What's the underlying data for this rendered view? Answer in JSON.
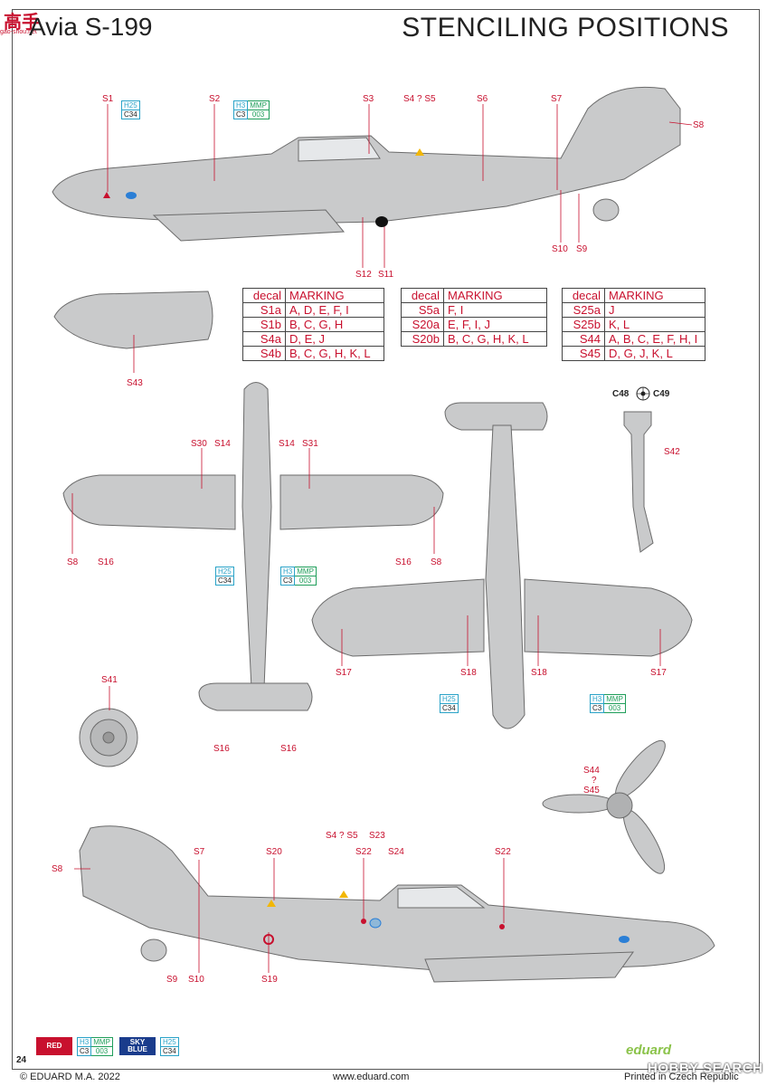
{
  "header": {
    "model": "Avia S-199",
    "title": "STENCILING POSITIONS"
  },
  "watermark": {
    "logo": "高手",
    "url": "gao-shou.net"
  },
  "colors": {
    "red": "#c8102e",
    "sky_blue": "#8fb8d8",
    "teal": "#2aa3c8",
    "green": "#1f9e5a",
    "aircraft_grey": "#c9cacb"
  },
  "tables": [
    {
      "header": [
        "decal",
        "MARKING"
      ],
      "rows": [
        [
          "S1a",
          "A, D, E, F, I"
        ],
        [
          "S1b",
          "B, C, G, H"
        ],
        [
          "S4a",
          "D, E, J"
        ],
        [
          "S4b",
          "B, C, G, H, K, L"
        ]
      ]
    },
    {
      "header": [
        "decal",
        "MARKING"
      ],
      "rows": [
        [
          "S5a",
          "F, I"
        ],
        [
          "S20a",
          "E, F, I, J"
        ],
        [
          "S20b",
          "B, C, G, H, K, L"
        ]
      ]
    },
    {
      "header": [
        "decal",
        "MARKING"
      ],
      "rows": [
        [
          "S25a",
          "J"
        ],
        [
          "S25b",
          "K, L"
        ],
        [
          "S44",
          "A, B, C, E, F, H, I"
        ],
        [
          "S45",
          "D, G, J, K, L"
        ]
      ]
    }
  ],
  "paint_refs": {
    "h25": {
      "h": "H25",
      "c": "C34"
    },
    "h3": {
      "h": "H3",
      "c": "C3",
      "mmp": "MMP",
      "mmp_no": "003"
    }
  },
  "labels": {
    "side_top": [
      "S1",
      "S2",
      "S3",
      "S4 ? S5",
      "S6",
      "S7",
      "S8",
      "S10",
      "S9",
      "S12",
      "S11"
    ],
    "nose": [
      "S43"
    ],
    "top_view": [
      "S30",
      "S14",
      "S14",
      "S31",
      "S8",
      "S16",
      "S16",
      "S8",
      "S16",
      "S16"
    ],
    "bottom_view": [
      "S17",
      "S18",
      "S18",
      "S17"
    ],
    "seat": [
      "C48",
      "C49",
      "S42"
    ],
    "wheel": [
      "S41"
    ],
    "prop": [
      "S44",
      "?",
      "S45"
    ],
    "side_bottom": [
      "S8",
      "S7",
      "S20",
      "S4 ? S5",
      "S23",
      "S22",
      "S24",
      "S22",
      "S9",
      "S10",
      "S19"
    ]
  },
  "legend": {
    "red_label": "RED",
    "red_paint": {
      "h": "H3",
      "c": "C3",
      "mmp": "MMP",
      "mmp_no": "003"
    },
    "sky_label": "SKY\nBLUE",
    "sky_paint": {
      "h": "H25",
      "c": "C34"
    }
  },
  "footer": {
    "page": "24",
    "copyright": "© EDUARD M.A. 2022",
    "url": "www.eduard.com",
    "printed": "Printed in Czech Republic",
    "brand": "eduard",
    "watermark2": "HOBBY SEARCH"
  }
}
